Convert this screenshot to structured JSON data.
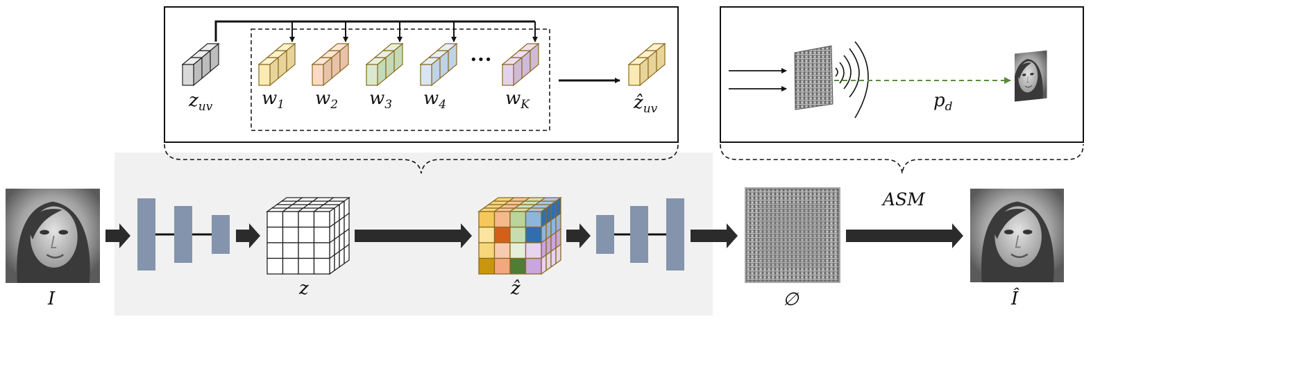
{
  "labels": {
    "input_image": "I",
    "latent": "z",
    "quantized": "ẑ",
    "phase": "∅",
    "asm": "ASM",
    "output_image": "Î",
    "propagation": "p",
    "propagation_sub": "d"
  },
  "codebook": {
    "input_vector": {
      "base": "z",
      "sub": "uv"
    },
    "output_vector": {
      "base": "ẑ",
      "sub": "uv"
    },
    "ellipsis": "•••",
    "entries": [
      {
        "base": "w",
        "sub": "1",
        "color": "#fbeab4",
        "top": "#fdf2cc",
        "side": "#e8d49a"
      },
      {
        "base": "w",
        "sub": "2",
        "color": "#fbd9c4",
        "top": "#fde6d6",
        "side": "#e8c2aa"
      },
      {
        "base": "w",
        "sub": "3",
        "color": "#dbe9cf",
        "top": "#e8f1df",
        "side": "#c6dab6"
      },
      {
        "base": "w",
        "sub": "4",
        "color": "#d8e6f3",
        "top": "#e6eff8",
        "side": "#bfd3e6"
      },
      {
        "base": "w",
        "sub": "K",
        "color": "#e4d2ec",
        "top": "#eee0f3",
        "side": "#d0bad9"
      }
    ]
  },
  "colors": {
    "panel_bg": "#f1f1f1",
    "arrow": "#2b2b2b",
    "layer_block": "#8494ad",
    "optical_arrow": "#5a8a3c",
    "cube_outline": "#8a6a1e"
  },
  "quantized_cube_colors": {
    "front": [
      [
        "#f4c85a",
        "#f5b98d",
        "#b9d59c",
        "#8fb5dc"
      ],
      [
        "#fbe3a0",
        "#d35f1a",
        "#c6deaf",
        "#2f6fb0"
      ],
      [
        "#f8d77c",
        "#f7cbb0",
        "#e6efd9",
        "#e7d4ee"
      ],
      [
        "#c9960e",
        "#f3a77e",
        "#4f7d33",
        "#c9a6dc"
      ]
    ],
    "top": [
      "#f9d680",
      "#f6c49f",
      "#cfe2b8",
      "#a8c8e8"
    ],
    "side": [
      "#2f6fb0",
      "#8fb5dc",
      "#c9a6dc",
      "#e7d4ee"
    ]
  }
}
